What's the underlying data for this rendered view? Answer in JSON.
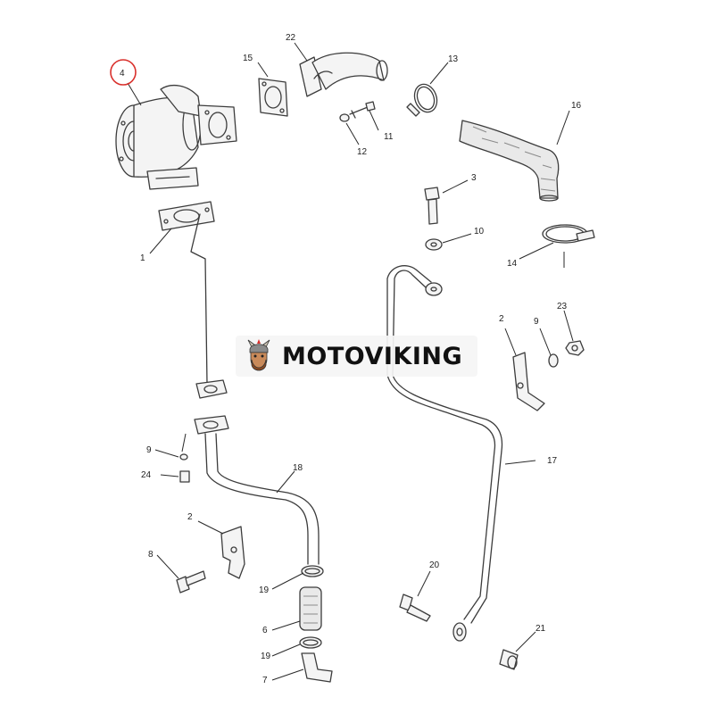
{
  "diagram": {
    "callouts": [
      {
        "id": "c4",
        "label": "4"
      },
      {
        "id": "c15",
        "label": "15"
      },
      {
        "id": "c22",
        "label": "22"
      },
      {
        "id": "c13",
        "label": "13"
      },
      {
        "id": "c16",
        "label": "16"
      },
      {
        "id": "c11",
        "label": "11"
      },
      {
        "id": "c12",
        "label": "12"
      },
      {
        "id": "c3",
        "label": "3"
      },
      {
        "id": "c10",
        "label": "10"
      },
      {
        "id": "c14",
        "label": "14"
      },
      {
        "id": "c1",
        "label": "1"
      },
      {
        "id": "c2a",
        "label": "2"
      },
      {
        "id": "c9a",
        "label": "9"
      },
      {
        "id": "c23",
        "label": "23"
      },
      {
        "id": "c17",
        "label": "17"
      },
      {
        "id": "c9b",
        "label": "9"
      },
      {
        "id": "c24",
        "label": "24"
      },
      {
        "id": "c18",
        "label": "18"
      },
      {
        "id": "c2b",
        "label": "2"
      },
      {
        "id": "c8",
        "label": "8"
      },
      {
        "id": "c19a",
        "label": "19"
      },
      {
        "id": "c20",
        "label": "20"
      },
      {
        "id": "c6",
        "label": "6"
      },
      {
        "id": "c19b",
        "label": "19"
      },
      {
        "id": "c21",
        "label": "21"
      },
      {
        "id": "c7",
        "label": "7"
      }
    ],
    "highlight_color": "#d9302c"
  },
  "watermark": {
    "text": "MOTOVIKING"
  }
}
